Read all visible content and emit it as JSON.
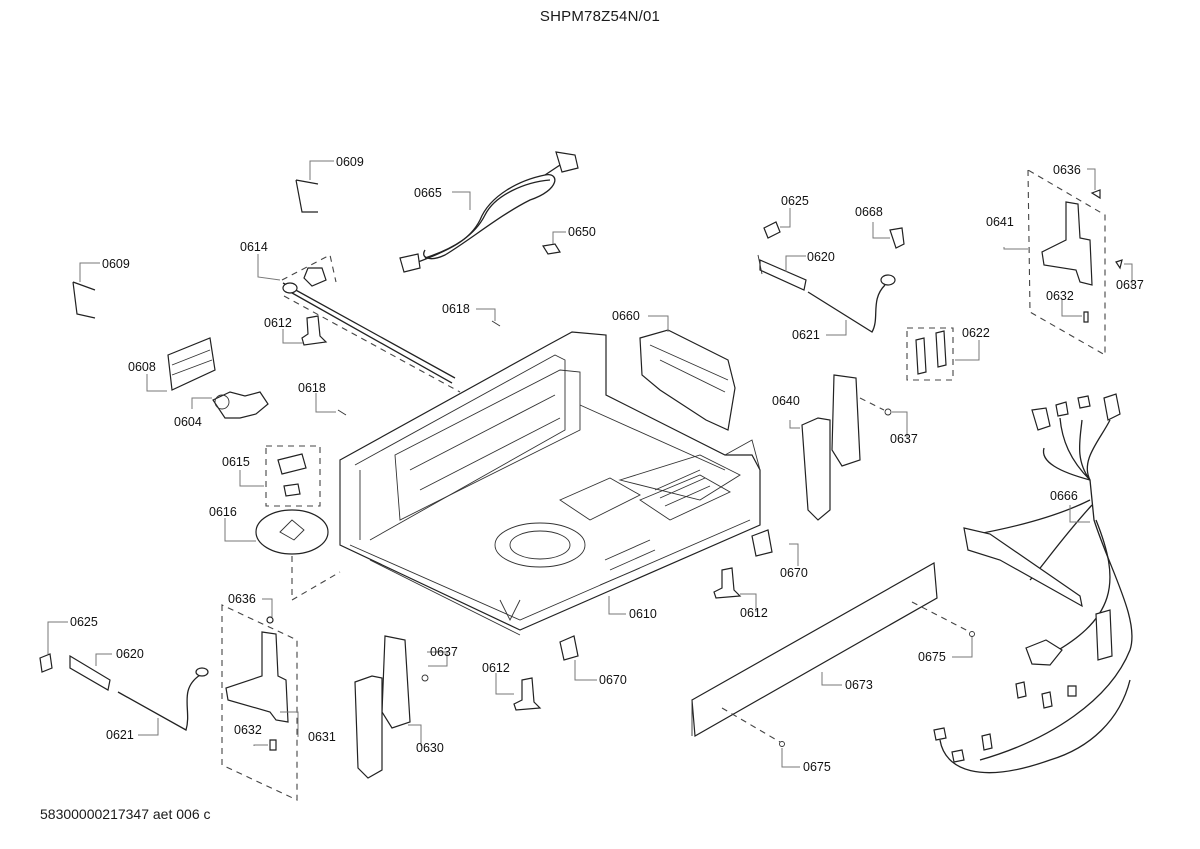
{
  "title": "SHPM78Z54N/01",
  "footer": "58300000217347 aet 006 c",
  "callouts": [
    {
      "id": "c0609a",
      "label": "0609"
    },
    {
      "id": "c0609b",
      "label": "0609"
    },
    {
      "id": "c0665",
      "label": "0665"
    },
    {
      "id": "c0650",
      "label": "0650"
    },
    {
      "id": "c0614",
      "label": "0614"
    },
    {
      "id": "c0612a",
      "label": "0612"
    },
    {
      "id": "c0618a",
      "label": "0618"
    },
    {
      "id": "c0618b",
      "label": "0618"
    },
    {
      "id": "c0608",
      "label": "0608"
    },
    {
      "id": "c0604",
      "label": "0604"
    },
    {
      "id": "c0615",
      "label": "0615"
    },
    {
      "id": "c0616",
      "label": "0616"
    },
    {
      "id": "c0660",
      "label": "0660"
    },
    {
      "id": "c0625a",
      "label": "0625"
    },
    {
      "id": "c0668",
      "label": "0668"
    },
    {
      "id": "c0620a",
      "label": "0620"
    },
    {
      "id": "c0621a",
      "label": "0621"
    },
    {
      "id": "c0622",
      "label": "0622"
    },
    {
      "id": "c0636a",
      "label": "0636"
    },
    {
      "id": "c0641",
      "label": "0641"
    },
    {
      "id": "c0637a",
      "label": "0637"
    },
    {
      "id": "c0632a",
      "label": "0632"
    },
    {
      "id": "c0640",
      "label": "0640"
    },
    {
      "id": "c0637b",
      "label": "0637"
    },
    {
      "id": "c0666",
      "label": "0666"
    },
    {
      "id": "c0670a",
      "label": "0670"
    },
    {
      "id": "c0612b",
      "label": "0612"
    },
    {
      "id": "c0610",
      "label": "0610"
    },
    {
      "id": "c0670b",
      "label": "0670"
    },
    {
      "id": "c0612c",
      "label": "0612"
    },
    {
      "id": "c0675a",
      "label": "0675"
    },
    {
      "id": "c0673",
      "label": "0673"
    },
    {
      "id": "c0675b",
      "label": "0675"
    },
    {
      "id": "c0625b",
      "label": "0625"
    },
    {
      "id": "c0620b",
      "label": "0620"
    },
    {
      "id": "c0621b",
      "label": "0621"
    },
    {
      "id": "c0636b",
      "label": "0636"
    },
    {
      "id": "c0632b",
      "label": "0632"
    },
    {
      "id": "c0631",
      "label": "0631"
    },
    {
      "id": "c0637c",
      "label": "0637"
    },
    {
      "id": "c0630",
      "label": "0630"
    }
  ]
}
